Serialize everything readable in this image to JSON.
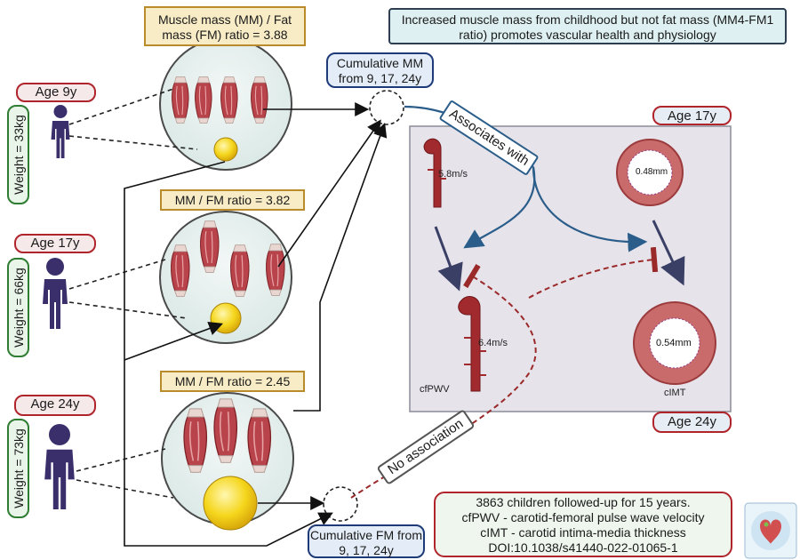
{
  "title_box": "Increased muscle mass from childhood but not fat mass (MM4-FM1 ratio) promotes vascular health and physiology",
  "ratios": {
    "age9": "Muscle mass (MM) / Fat mass (FM) ratio = 3.88",
    "age17": "MM / FM ratio = 3.82",
    "age24": "MM / FM ratio = 2.45"
  },
  "ages": {
    "age9": "Age 9y",
    "age17": "Age 17y",
    "age24": "Age 24y"
  },
  "weights": {
    "age9": "Weight = 33kg",
    "age17": "Weight = 66kg",
    "age24": "Weight = 73kg"
  },
  "cumulative": {
    "mm": "Cumulative MM from 9, 17, 24y",
    "fm": "Cumulative FM from 9, 17, 24y"
  },
  "relations": {
    "associates": "Associates with",
    "no_association": "No association"
  },
  "panel": {
    "age_top": "Age 17y",
    "age_bottom": "Age 24y",
    "pwv_top": "5.8m/s",
    "pwv_bottom": "6.4m/s",
    "imt_top": "0.48mm",
    "imt_bottom": "0.54mm",
    "cfpwv": "cfPWV",
    "cimt": "cIMT"
  },
  "info": {
    "line1": "3863 children followed-up for 15 years.",
    "line2": "cfPWV - carotid-femoral pulse wave velocity",
    "line3": "cIMT - carotid intima-media thickness",
    "line4": "DOI:10.1038/s41440-022-01065-1"
  },
  "colors": {
    "age_border": "#b0242b",
    "person": "#3a2f6b",
    "muscle": "#b8434a",
    "fat": "#f2d21a",
    "association_arrow": "#2a5d8a",
    "no_association_line": "#9a2a2a",
    "panel_bg": "#e6e3ea"
  },
  "icons": [
    "person-icon",
    "muscle-icon",
    "fat-droplet-icon",
    "artery-icon",
    "vessel-ring-icon",
    "heart-logo-icon"
  ]
}
